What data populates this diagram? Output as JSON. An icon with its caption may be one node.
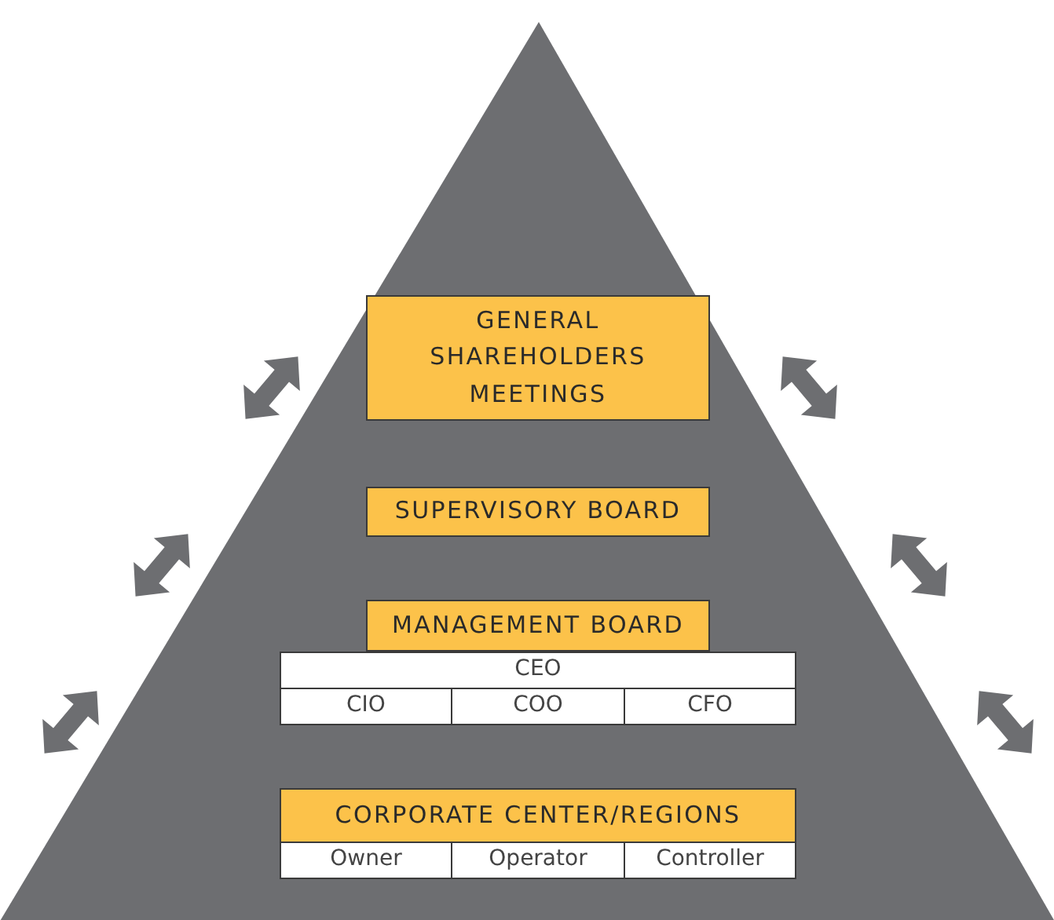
{
  "diagram": {
    "nodes": [
      {
        "text": [],
        "shape": "triangle"
      },
      {
        "text": [
          "GENERAL SHAREHOLDERS MEETINGS"
        ],
        "in": 0
      },
      {
        "text": [
          "SUPERVISORY BOARD"
        ],
        "in": 0
      },
      {
        "text": [
          "MANAGEMENT BOARD"
        ],
        "in": 0
      },
      {
        "text": [
          "CEO"
        ],
        "in": 0
      },
      {
        "text": [
          "CIO"
        ],
        "in": 0
      },
      {
        "text": [
          "COO"
        ],
        "in": 0
      },
      {
        "text": [
          "CFO"
        ],
        "in": 0
      },
      {
        "text": [
          "CORPORATE CENTER/REGIONS"
        ],
        "in": 0
      },
      {
        "text": [
          "Owner"
        ],
        "in": 0
      },
      {
        "text": [
          "Operator"
        ],
        "in": 0
      },
      {
        "text": [
          "Controller"
        ],
        "in": 0
      }
    ]
  }
}
